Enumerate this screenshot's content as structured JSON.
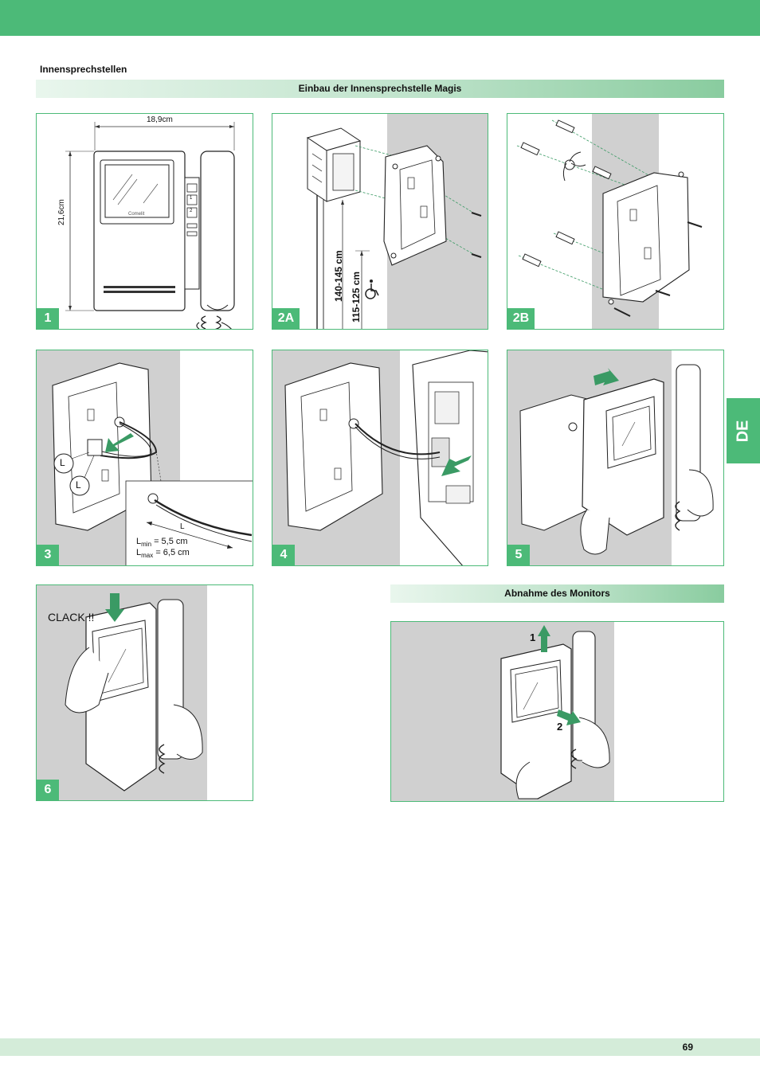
{
  "section_title": "Innensprechstellen",
  "band_install": "Einbau der Innensprechstelle Magis",
  "band_remove": "Abnahme des Monitors",
  "lang_tab": "DE",
  "page_number": "69",
  "brand": "Comelit",
  "panels": {
    "p1": {
      "badge": "1",
      "width_label": "18,9cm",
      "height_label": "21,6cm",
      "buttons": [
        "1",
        "2"
      ]
    },
    "p2a": {
      "badge": "2A",
      "height_standard": "140-145 cm",
      "height_accessible": "115-125 cm"
    },
    "p2b": {
      "badge": "2B"
    },
    "p3": {
      "badge": "3",
      "l_marker": "L",
      "l_min_label": "L",
      "l_min_sub": "min",
      "l_min_value": "= 5,5 cm",
      "l_max_label": "L",
      "l_max_sub": "max",
      "l_max_value": "= 6,5 cm"
    },
    "p4": {
      "badge": "4"
    },
    "p5": {
      "badge": "5"
    },
    "p6": {
      "badge": "6",
      "clack": "CLACK !!"
    },
    "remove": {
      "step1": "1",
      "step2": "2"
    }
  },
  "colors": {
    "accent_green": "#4cba78",
    "light_green": "#d4ecd9",
    "gray_wall": "#d0d0d0"
  }
}
